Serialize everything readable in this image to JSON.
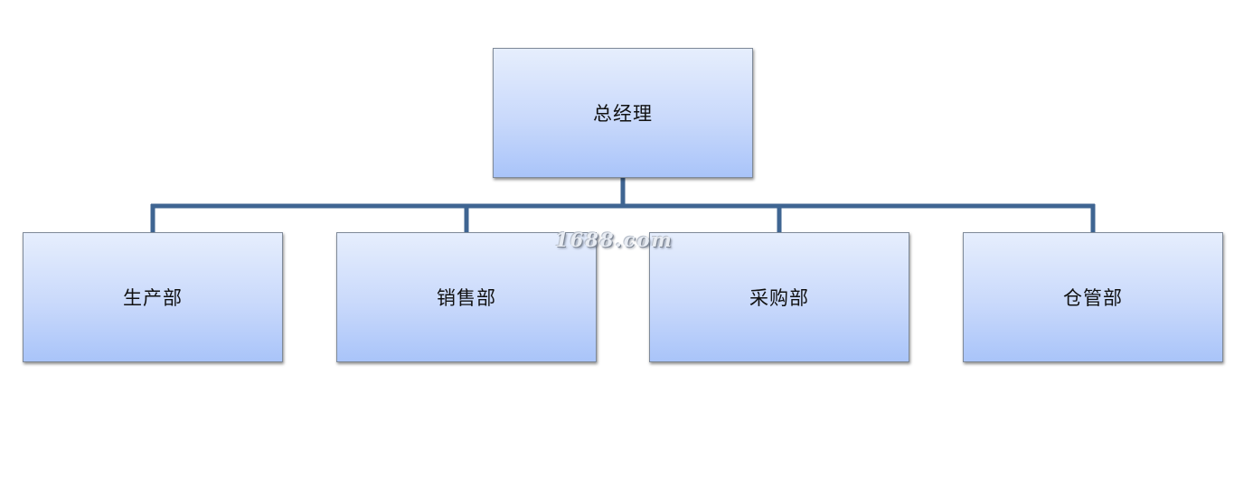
{
  "org_chart": {
    "root": {
      "label": "总经理"
    },
    "children": [
      {
        "label": "生产部"
      },
      {
        "label": "销售部"
      },
      {
        "label": "采购部"
      },
      {
        "label": "仓管部"
      }
    ]
  },
  "watermark": {
    "text": "1688.com"
  },
  "colors": {
    "connector": "#3f6592",
    "box_top": "#e6eefd",
    "box_bottom": "#a9c4f9",
    "box_border": "#7f8a99"
  }
}
